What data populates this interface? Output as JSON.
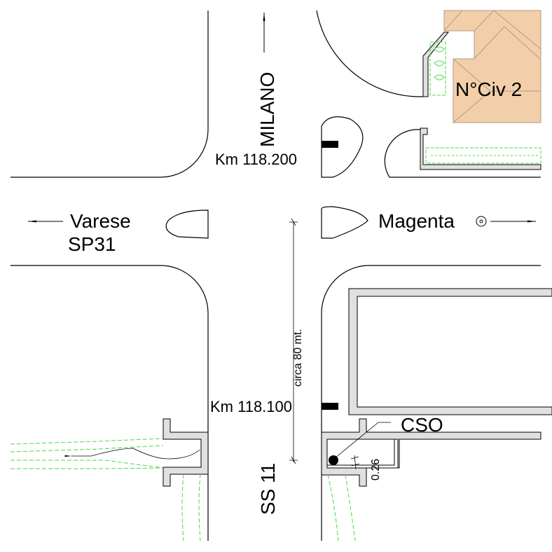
{
  "labels": {
    "north_direction": "MILANO",
    "km_north": "Km 118.200",
    "west_direction": "Varese",
    "west_road": "SP31",
    "east_direction": "Magenta",
    "distance": "circa 80 mt.",
    "km_south": "Km 118.100",
    "cso": "CSO",
    "dimension": "0.26",
    "south_road": "SS 11",
    "civic_number": "N°Civ 2"
  },
  "colors": {
    "building": "#f2cfa8",
    "wall": "#e0e0e0",
    "vegetation": "#44dd44",
    "line": "#000000"
  }
}
